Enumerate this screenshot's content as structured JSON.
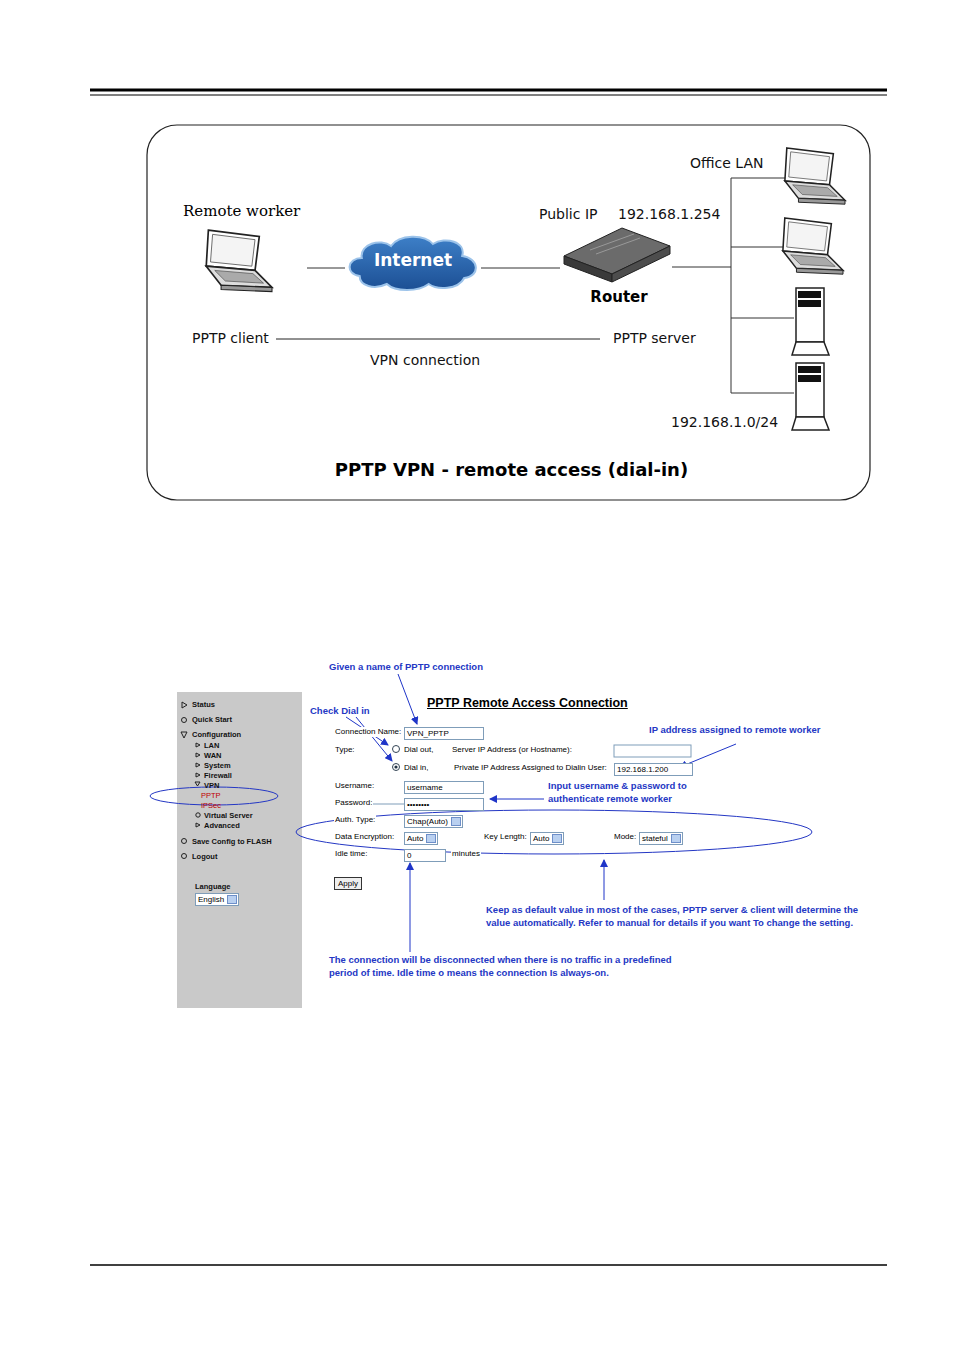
{
  "diagram": {
    "nodes": [
      {
        "text": [
          "PPTP VPN - remote access (dial-in)"
        ]
      },
      {
        "text": [
          "Remote worker"
        ],
        "in": 0
      },
      {
        "text": [
          "Internet"
        ],
        "in": 0
      },
      {
        "text": [
          "Router"
        ],
        "in": 0
      }
    ],
    "edges": [
      {
        "from": 1,
        "to": 2,
        "arrow": "none"
      },
      {
        "from": 2,
        "to": 3,
        "arrow": "none"
      }
    ],
    "labels": [
      "Office LAN",
      "Public IP",
      "192.168.1.254",
      "PPTP client",
      "PPTP server",
      "VPN connection",
      "192.168.1.0/24",
      "Status",
      "Quick Start",
      "Configuration",
      "LAN",
      "WAN",
      "System",
      "Firewall",
      "VPN",
      "PPTP",
      "IPSec",
      "Virtual Server",
      "Advanced",
      "Save Config to FLASH",
      "Logout",
      "Language",
      "English",
      "PPTP Remote Access Connection",
      "Connection Name:",
      "VPN_PPTP",
      "Type:",
      "Dial out,",
      "Server IP Address (or Hostname):",
      "Dial in,",
      "Private IP Address Assigned to Dialin User:",
      "192.168.1.200",
      "Username:",
      "username",
      "Password:",
      "••••••••",
      "Auth. Type:",
      "Chap(Auto)",
      "Data Encryption:",
      "Auto",
      "Key Length:",
      "Auto",
      "Mode:",
      "stateful",
      "Idle time:",
      "0",
      "minutes",
      "Apply",
      "Given a name of PPTP connection",
      "Check Dial in",
      "IP address assigned to remote worker",
      "Input username & password to authenticate remote worker",
      "Keep as default value in most of the cases, PPTP server & client will determine the value automatically. Refer to manual for details if you want To change the setting.",
      "The connection will be disconnected when there is no traffic in a predefined period of time. Idle time o means the connection Is always-on."
    ]
  }
}
